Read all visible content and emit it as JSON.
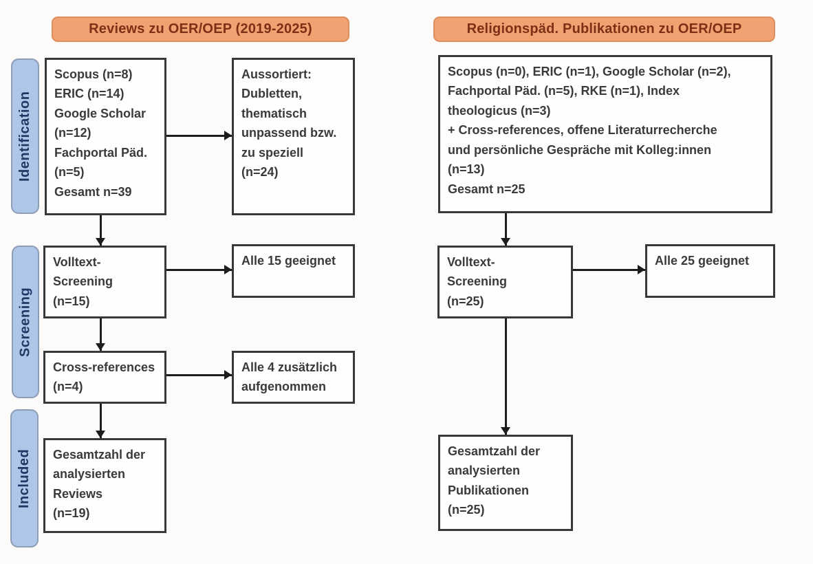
{
  "headers": {
    "reviews": "Reviews zu OER/OEP (2019-2025)",
    "religionspaed": "Religionspäd. Publikationen zu OER/OEP"
  },
  "stages": {
    "identification": "Identification",
    "screening": "Screening",
    "included": "Included"
  },
  "reviews_flow": {
    "identification_sources": "Scopus (n=8)\nERIC (n=14)\nGoogle Scholar\n(n=12)\nFachportal Päd.\n(n=5)\nGesamt n=39",
    "excluded": "Aussortiert:\nDubletten,\nthematisch\nunpassend bzw.\nzu speziell\n(n=24)",
    "fulltext_screening": "Volltext-\nScreening\n(n=15)",
    "fulltext_result": "Alle 15 geeignet",
    "cross_references": "Cross-references\n(n=4)",
    "cross_references_result": "Alle 4 zusätzlich\naufgenommen",
    "included_total": "Gesamtzahl der\nanalysierten\nReviews\n(n=19)"
  },
  "publications_flow": {
    "identification_sources": "Scopus (n=0), ERIC (n=1), Google Scholar (n=2),\nFachportal Päd. (n=5), RKE (n=1), Index\ntheologicus (n=3)\n+ Cross-references, offene Literaturrecherche\nund persönliche Gespräche mit Kolleg:innen\n(n=13)\nGesamt n=25",
    "fulltext_screening": "Volltext-\nScreening\n(n=25)",
    "fulltext_result": "Alle 25 geeignet",
    "included_total": "Gesamtzahl der\nanalysierten\nPublikationen\n(n=25)"
  },
  "colors": {
    "header_fill": "#F1A272",
    "header_border": "#DE8D5C",
    "header_text": "#7C3016",
    "stage_fill": "#AEC6E8",
    "stage_border": "#8D9DB5",
    "stage_text": "#1F3864",
    "box_background": "#FEFEFD",
    "box_border": "#383838",
    "box_text": "#3A3A3A",
    "arrow": "#1C1C1C"
  }
}
